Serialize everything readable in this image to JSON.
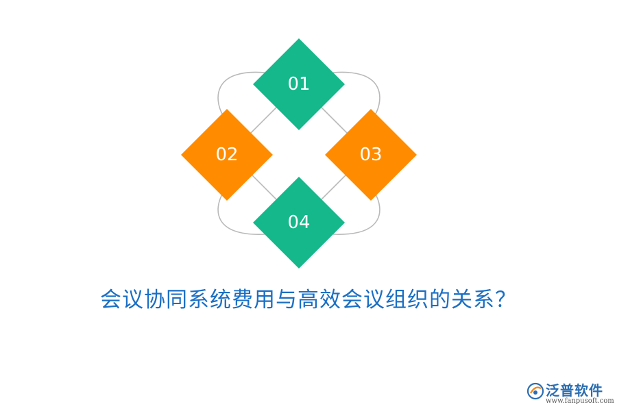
{
  "diagram": {
    "nodes": [
      {
        "label": "01",
        "color": "#14b88a"
      },
      {
        "label": "02",
        "color": "#ff8c00"
      },
      {
        "label": "03",
        "color": "#ff8c00"
      },
      {
        "label": "04",
        "color": "#14b88a"
      }
    ],
    "connector_color": "#b9b9b9"
  },
  "title": "会议协同系统费用与高效会议组织的关系？",
  "watermark": {
    "name": "泛普软件",
    "url": "www.fanpusoft.com",
    "icon": "fanpu-logo-icon"
  }
}
